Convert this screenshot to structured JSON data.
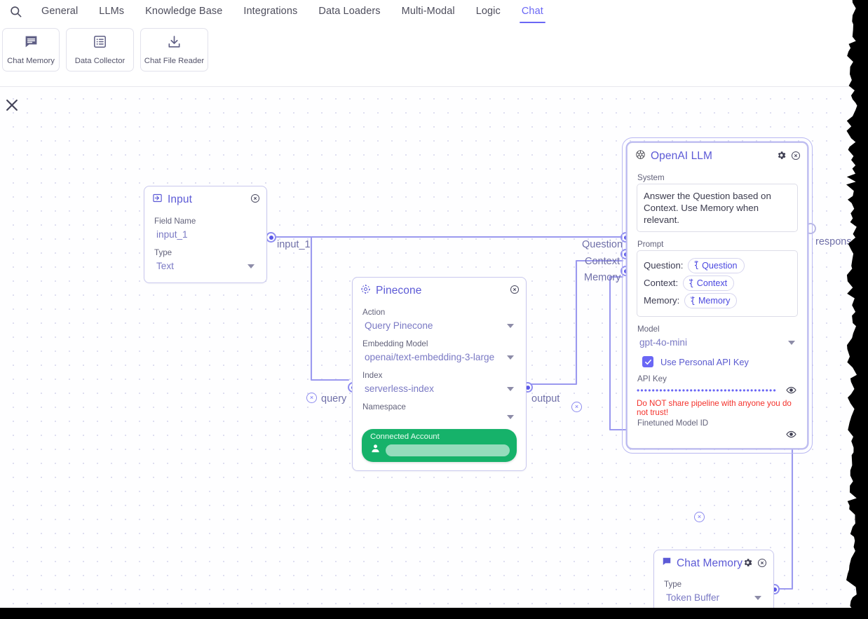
{
  "nav": {
    "search_icon": "search-icon",
    "tabs": [
      {
        "label": "General",
        "active": false
      },
      {
        "label": "LLMs",
        "active": false
      },
      {
        "label": "Knowledge Base",
        "active": false
      },
      {
        "label": "Integrations",
        "active": false
      },
      {
        "label": "Data Loaders",
        "active": false
      },
      {
        "label": "Multi-Modal",
        "active": false
      },
      {
        "label": "Logic",
        "active": false
      },
      {
        "label": "Chat",
        "active": true
      }
    ]
  },
  "palette": [
    {
      "label": "Chat Memory",
      "icon": "chat-bubble-icon"
    },
    {
      "label": "Data Collector",
      "icon": "table-list-icon"
    },
    {
      "label": "Chat File Reader",
      "icon": "download-icon"
    }
  ],
  "canvas": {
    "close_icon": "close-icon",
    "edge_labels": {
      "input_1": "input_1",
      "query": "query",
      "output": "output",
      "question": "Question",
      "context": "Context",
      "memory": "Memory",
      "response": "response"
    },
    "edge_delete_label": "×"
  },
  "nodes": {
    "input": {
      "title": "Input",
      "icon": "input-arrow-icon",
      "close_icon": "close-circle-icon",
      "fields": [
        {
          "label": "Field Name",
          "value": "input_1",
          "type": "text"
        },
        {
          "label": "Type",
          "value": "Text",
          "type": "select"
        }
      ]
    },
    "pinecone": {
      "title": "Pinecone",
      "icon": "pinecone-icon",
      "close_icon": "close-circle-icon",
      "fields": [
        {
          "label": "Action",
          "value": "Query Pinecone",
          "type": "select"
        },
        {
          "label": "Embedding Model",
          "value": "openai/text-embedding-3-large",
          "type": "select"
        },
        {
          "label": "Index",
          "value": "serverless-index",
          "type": "select"
        },
        {
          "label": "Namespace",
          "value": "",
          "type": "select"
        }
      ],
      "connected_account": {
        "title": "Connected Account",
        "icon": "person-icon",
        "value": ""
      }
    },
    "openai_llm": {
      "title": "OpenAI LLM",
      "icon": "openai-icon",
      "gear_icon": "gear-icon",
      "close_icon": "close-circle-icon",
      "system_label": "System",
      "system_value": "Answer the Question based on Context. Use Memory when relevant.",
      "prompt_label": "Prompt",
      "prompt_rows": [
        {
          "key": "Question:",
          "chip": "Question"
        },
        {
          "key": "Context:",
          "chip": "Context"
        },
        {
          "key": "Memory:",
          "chip": "Memory"
        }
      ],
      "model_label": "Model",
      "model_value": "gpt-4o-mini",
      "personal_key_label": "Use Personal API Key",
      "personal_key_checked": true,
      "api_key_label": "API Key",
      "api_key_masked": "••••••••••••••••••••••••••••••••••••••••",
      "warning": "Do NOT share pipeline with anyone you do not trust!",
      "finetuned_label": "Finetuned Model ID",
      "finetuned_value": "",
      "eye_icon": "eye-icon"
    },
    "chat_memory": {
      "title": "Chat Memory",
      "icon": "chat-bubble-icon",
      "gear_icon": "gear-icon",
      "close_icon": "close-circle-icon",
      "fields": [
        {
          "label": "Type",
          "value": "Token Buffer",
          "type": "select"
        }
      ]
    }
  },
  "colors": {
    "accent": "#6a67f5",
    "node_border": "#c9c8ee",
    "node_title": "#5c5ad6",
    "edge": "#9b99ef",
    "label_text": "#6f6fa8",
    "warn_red": "#f3322c",
    "green": "#16b26a"
  }
}
